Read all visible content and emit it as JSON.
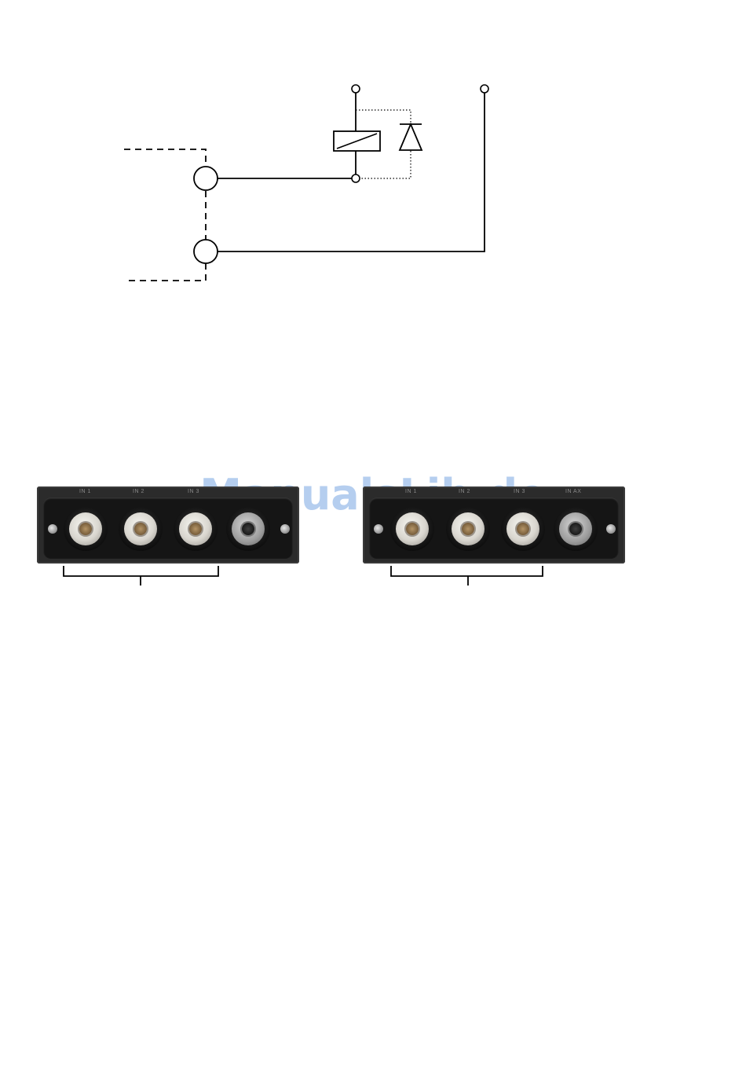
{
  "watermark": "ManualsLib.de",
  "panels": [
    {
      "connector_labels": [
        "IN 1",
        "IN 2",
        "IN 3",
        ""
      ],
      "connectors": [
        "lemo-input-connector",
        "lemo-input-connector",
        "lemo-input-connector",
        "m8-connector"
      ]
    },
    {
      "connector_labels": [
        "IN 1",
        "IN 2",
        "IN 3",
        "IN AX"
      ],
      "connectors": [
        "lemo-input-connector",
        "lemo-input-connector",
        "lemo-input-connector",
        "m8-connector"
      ]
    }
  ],
  "colors": {
    "line": "#000000",
    "panel": "#2b2b2b",
    "watermark": "#78a5e1"
  }
}
